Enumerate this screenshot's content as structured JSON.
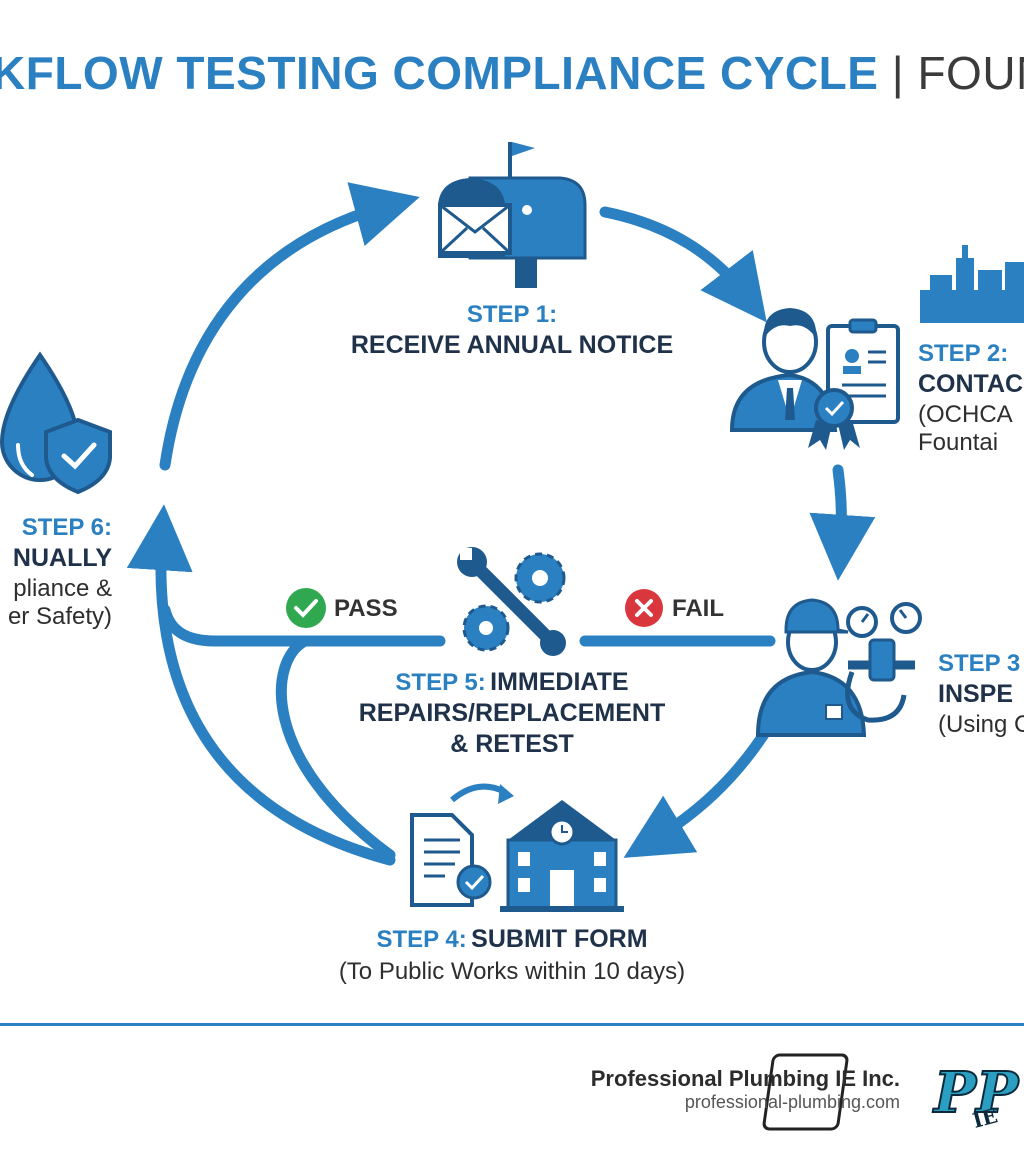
{
  "title": {
    "main": "KFLOW TESTING COMPLIANCE CYCLE",
    "separator": "|",
    "suffix": "FOUN"
  },
  "steps": {
    "step1": {
      "head": "STEP 1:",
      "line1": "RECEIVE ANNUAL NOTICE"
    },
    "step2": {
      "head": "STEP 2:",
      "line1": "CONTAC",
      "line2": "(OCHCA",
      "line3": "Fountai"
    },
    "step3": {
      "head": "STEP 3",
      "line1": "INSPE",
      "line2": "(Using C"
    },
    "step4": {
      "head": "STEP 4:",
      "line1": "SUBMIT FORM",
      "line2": "(To Public Works within 10 days)"
    },
    "step5": {
      "head": "STEP 5:",
      "line1": "IMMEDIATE",
      "line2": "REPAIRS/REPLACEMENT",
      "line3": "& RETEST"
    },
    "step6": {
      "head": "STEP 6:",
      "line1": "NUALLY",
      "line2": "pliance &",
      "line3": "er Safety)"
    }
  },
  "branches": {
    "pass": "PASS",
    "fail": "FAIL"
  },
  "footer": {
    "company": "Professional Plumbing IE Inc.",
    "website": "professional-plumbing.com",
    "logo_text": "PP",
    "logo_sub": "IE"
  },
  "colors": {
    "primary": "#2b80c2",
    "icon_dark": "#1f5a8f",
    "pass": "#2fa84f",
    "fail": "#d9363e"
  },
  "icons": [
    "mailbox-icon",
    "envelope-icon",
    "city-skyline-icon",
    "inspector-certificate-icon",
    "water-drop-shield-icon",
    "wrench-gears-icon",
    "technician-gauge-icon",
    "document-check-icon",
    "city-hall-icon",
    "check-circle-icon",
    "x-circle-icon",
    "logo-icon"
  ]
}
